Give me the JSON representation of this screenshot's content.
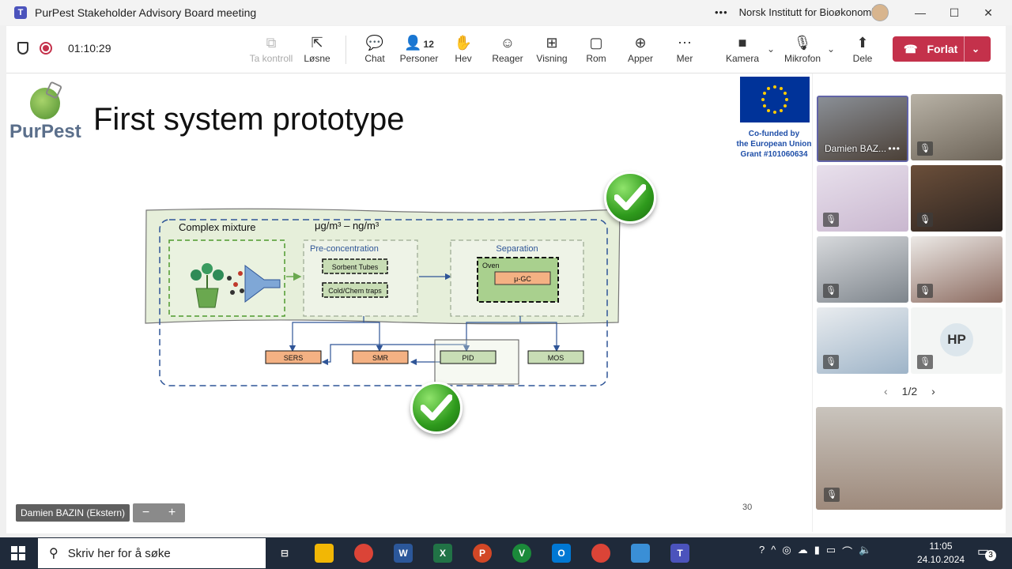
{
  "window": {
    "title": "PurPest Stakeholder Advisory Board meeting",
    "organization": "Norsk Institutt for Bioøkonomi",
    "more_dots": "•••"
  },
  "toolbar": {
    "timer": "01:10:29",
    "buttons": {
      "take_control": "Ta kontroll",
      "undock": "Løsne",
      "chat": "Chat",
      "people": "Personer",
      "people_count": "12",
      "raise": "Hev",
      "react": "Reager",
      "view": "Visning",
      "rooms": "Rom",
      "apps": "Apper",
      "more": "Mer",
      "camera": "Kamera",
      "mic": "Mikrofon",
      "share": "Dele"
    },
    "leave": "Forlat"
  },
  "slide": {
    "logo_text_a": "Pur",
    "logo_text_b": "Pest",
    "title": "First system prototype",
    "eu_line1": "Co-funded by",
    "eu_line2": "the European Union",
    "eu_line3": "Grant #101060634",
    "page_number": "30",
    "diagram": {
      "complex_mixture": "Complex mixture",
      "concentration": "μg/m³ – ng/m³",
      "preconcentration": "Pre-concentration",
      "sorbent": "Sorbent Tubes",
      "traps": "Cold/Chem traps",
      "separation": "Separation",
      "oven": "Oven",
      "gc": "μ-GC",
      "detectors": [
        "SERS",
        "SMR",
        "PID",
        "MOS"
      ]
    }
  },
  "presenter": {
    "label": "Damien BAZIN (Ekstern)",
    "zoom_out": "−",
    "zoom_in": "+"
  },
  "gallery": {
    "active_name": "Damien BAZ...",
    "active_more": "•••",
    "initials": "HP",
    "pager": "1/2"
  },
  "taskbar": {
    "search_placeholder": "Skriv her for å søke",
    "time": "11:05",
    "date": "24.10.2024",
    "notif_count": "3"
  }
}
